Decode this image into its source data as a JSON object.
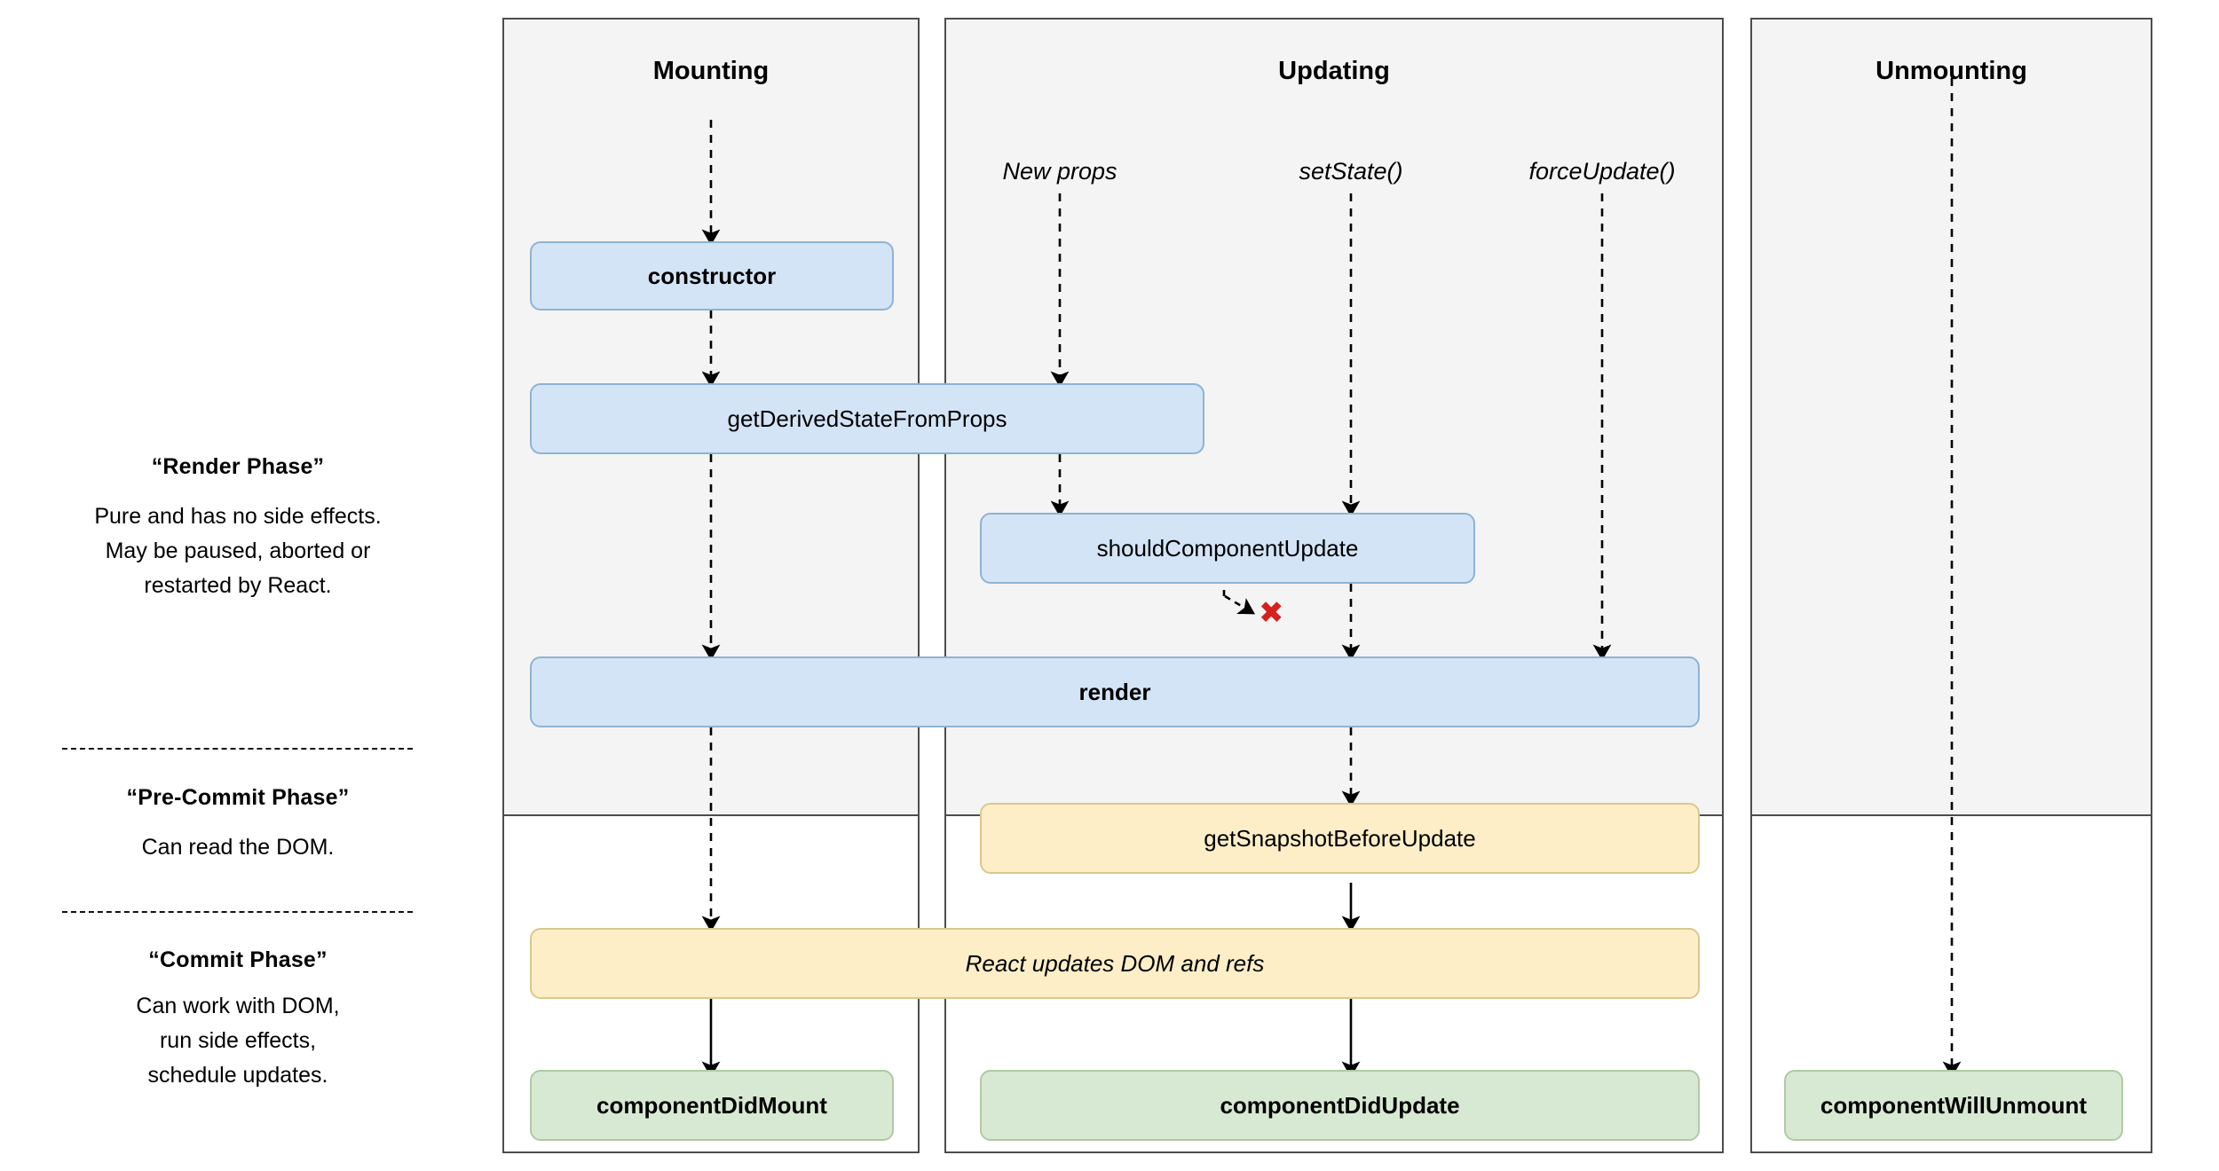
{
  "legend": {
    "render_phase": {
      "title": "“Render Phase”",
      "body": "Pure and has no side effects.\nMay be paused, aborted or\nrestarted by React."
    },
    "pre_commit_phase": {
      "title": "“Pre-Commit Phase”",
      "body": "Can read the DOM."
    },
    "commit_phase": {
      "title": "“Commit Phase”",
      "body": "Can work with DOM,\nrun side effects,\nschedule updates."
    }
  },
  "columns": {
    "mounting": {
      "title": "Mounting"
    },
    "updating": {
      "title": "Updating"
    },
    "unmounting": {
      "title": "Unmounting"
    }
  },
  "triggers": {
    "new_props": "New props",
    "set_state": "setState()",
    "force_update": "forceUpdate()"
  },
  "nodes": {
    "constructor": "constructor",
    "get_derived_state_from_props": "getDerivedStateFromProps",
    "should_component_update": "shouldComponentUpdate",
    "render": "render",
    "get_snapshot_before_update": "getSnapshotBeforeUpdate",
    "react_updates_dom_and_refs": "React updates DOM and refs",
    "component_did_mount": "componentDidMount",
    "component_did_update": "componentDidUpdate",
    "component_will_unmount": "componentWillUnmount"
  },
  "markers": {
    "skip_update_x": "✖"
  },
  "colors": {
    "render_phase_bg": "#f4f4f4",
    "commit_phase_bg": "#ffffff",
    "node_blue_fill": "#d4e4f7",
    "node_blue_stroke": "#8fb3d1",
    "node_yellow_fill": "#fdeec8",
    "node_yellow_stroke": "#d8c98c",
    "node_green_fill": "#d7e9d2",
    "node_green_stroke": "#aecaa5",
    "panel_border": "#4d4d4d",
    "arrow": "#000000",
    "skip_mark": "#d62020"
  }
}
